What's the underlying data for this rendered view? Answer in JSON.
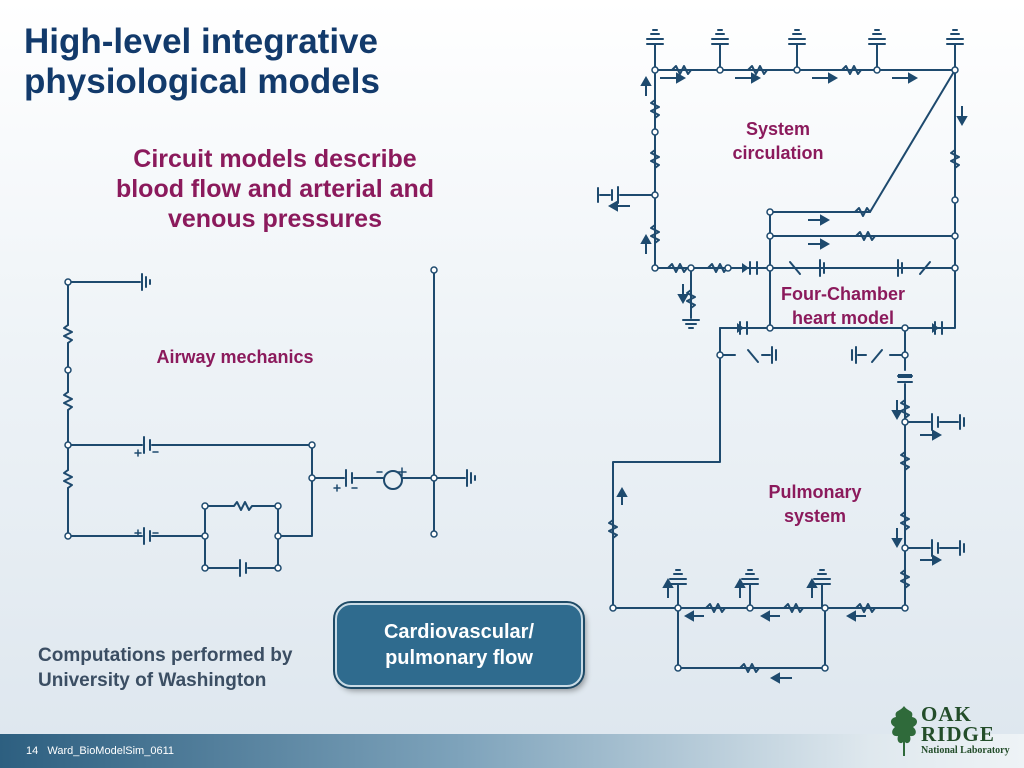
{
  "slide": {
    "title_line1": "High-level integrative",
    "title_line2": "physiological models",
    "subtitle_line1": "Circuit models describe",
    "subtitle_line2": "blood flow and arterial and",
    "subtitle_line3": "venous pressures",
    "airway_label": "Airway mechanics",
    "system_label_line1": "System",
    "system_label_line2": "circulation",
    "heart_label_line1": "Four-Chamber",
    "heart_label_line2": "heart model",
    "pulmonary_label_line1": "Pulmonary",
    "pulmonary_label_line2": "system",
    "callout_line1": "Cardiovascular/",
    "callout_line2": "pulmonary flow",
    "note_line1": "Computations performed by",
    "note_line2": "University of Washington",
    "slide_number": "14",
    "footer_code": "Ward_BioModelSim_0611"
  },
  "logo": {
    "word1": "OAK",
    "word2": "RIDGE",
    "word3": "National Laboratory"
  },
  "colors": {
    "title": "#123a6b",
    "accent_labels": "#8b1a5c",
    "circuit": "#1e4a6e",
    "callout": "#2f6b8e"
  }
}
